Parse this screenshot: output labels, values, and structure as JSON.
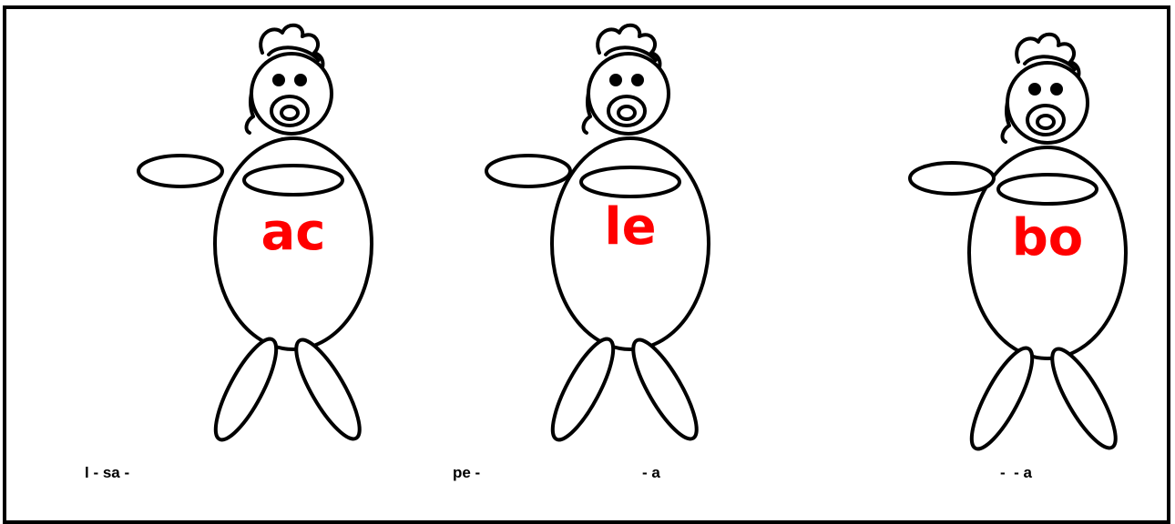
{
  "figures": [
    {
      "word": "ac"
    },
    {
      "word": "le"
    },
    {
      "word": "bo"
    }
  ],
  "captions": [
    "l - sa -",
    "pe -",
    "- a",
    "-  - a"
  ],
  "colors": {
    "word": "#ff0000",
    "line": "#000000",
    "background": "#ffffff"
  },
  "icons": [
    "cartoon-chick-figure"
  ]
}
